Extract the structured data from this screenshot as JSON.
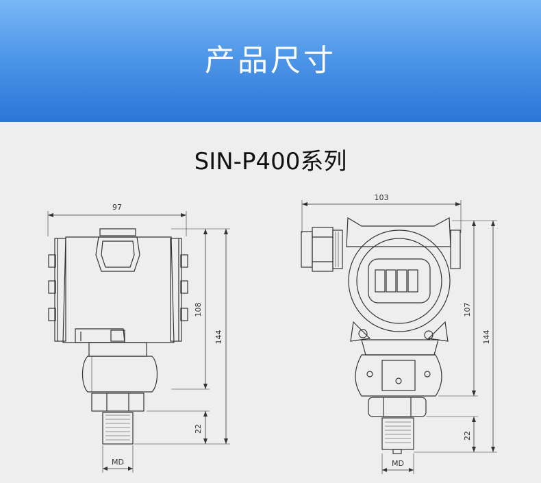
{
  "header": {
    "title": "产品尺寸"
  },
  "subtitle": "SIN-P400系列",
  "left_view": {
    "width_label": "97",
    "height_inner_label": "108",
    "height_total_label": "144",
    "thread_label": "22",
    "md_label": "MD"
  },
  "right_view": {
    "width_label": "103",
    "height_inner_label": "107",
    "height_total_label": "144",
    "thread_label": "22",
    "md_label": "MD"
  },
  "colors": {
    "banner_top": "#7ab8f6",
    "banner_bottom": "#2b76d8",
    "background": "#eeeeee",
    "line": "#333333"
  }
}
